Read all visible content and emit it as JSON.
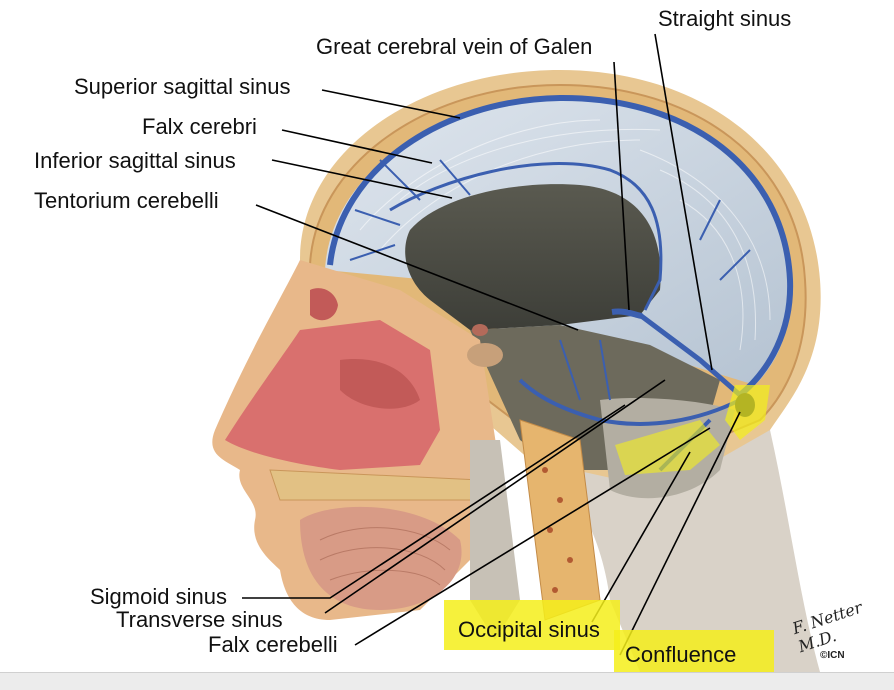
{
  "labels": {
    "straight_sinus": "Straight sinus",
    "great_cerebral_vein": "Great cerebral vein of Galen",
    "superior_sagittal_sinus": "Superior sagittal sinus",
    "falx_cerebri": "Falx cerebri",
    "inferior_sagittal_sinus": "Inferior sagittal sinus",
    "tentorium_cerebelli": "Tentorium cerebelli",
    "sigmoid_sinus": "Sigmoid sinus",
    "transverse_sinus": "Transverse sinus",
    "falx_cerebelli": "Falx cerebelli",
    "occipital_sinus": "Occipital sinus",
    "confluence": "Confluence"
  },
  "signature": {
    "text": "F. Netter M.D.",
    "mark": "©ICN"
  },
  "colors": {
    "highlight": "#f4ef1a",
    "sinus_blue": "#3b5fb0",
    "bone": "#e3c48a",
    "nasal_mucosa": "#d9706e",
    "dura": "#c9cfd6"
  }
}
